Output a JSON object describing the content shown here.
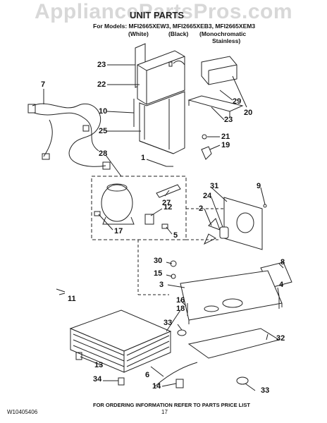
{
  "watermark": "AppliancePartsPros.com",
  "header": {
    "title": "UNIT PARTS",
    "models_line": "For Models: MFI2665XEW3, MFI2665XEB3, MFI2665XEM3",
    "variant_white": "(White)",
    "variant_black": "(Black)",
    "variant_mono_1": "(Monochromatic",
    "variant_mono_2": "Stainless)"
  },
  "callouts": {
    "c1": "1",
    "c2": "2",
    "c3": "3",
    "c4": "4",
    "c5": "5",
    "c6": "6",
    "c7": "7",
    "c8": "8",
    "c9": "9",
    "c10": "10",
    "c11": "11",
    "c12": "12",
    "c13": "13",
    "c14": "14",
    "c15": "15",
    "c16": "16",
    "c17": "17",
    "c18": "18",
    "c19": "19",
    "c20": "20",
    "c21": "21",
    "c22": "22",
    "c23a": "23",
    "c23b": "23",
    "c24": "24",
    "c25": "25",
    "c27": "27",
    "c28": "28",
    "c29": "29",
    "c30": "30",
    "c31": "31",
    "c32": "32",
    "c33a": "33",
    "c33b": "33",
    "c34": "34"
  },
  "footer": {
    "doc_number": "W10405406",
    "page": "17",
    "note": "FOR ORDERING INFORMATION REFER TO PARTS PRICE LIST"
  }
}
